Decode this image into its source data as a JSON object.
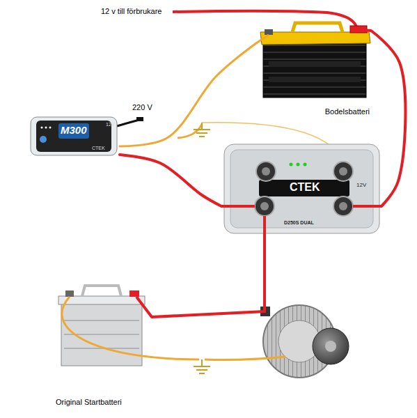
{
  "diagram": {
    "nodes": [
      {
        "text": [
          "Bodelsbatteri"
        ]
      },
      {
        "text": [
          "M300",
          "CTEK",
          "12V"
        ]
      },
      {
        "text": [
          "CTEK",
          "12V",
          "D250S DUAL"
        ]
      },
      {
        "text": [
          "Original Startbatteri"
        ]
      }
    ],
    "edges": [
      {
        "from": 1,
        "to": 2,
        "arrow": "none"
      },
      {
        "from": 1,
        "to": 0,
        "arrow": "none"
      },
      {
        "from": 2,
        "to": 0,
        "arrow": "none"
      },
      {
        "from": 2,
        "to": 3,
        "arrow": "none"
      }
    ],
    "labels": [
      "12 v till förbrukare",
      "220 V"
    ]
  }
}
